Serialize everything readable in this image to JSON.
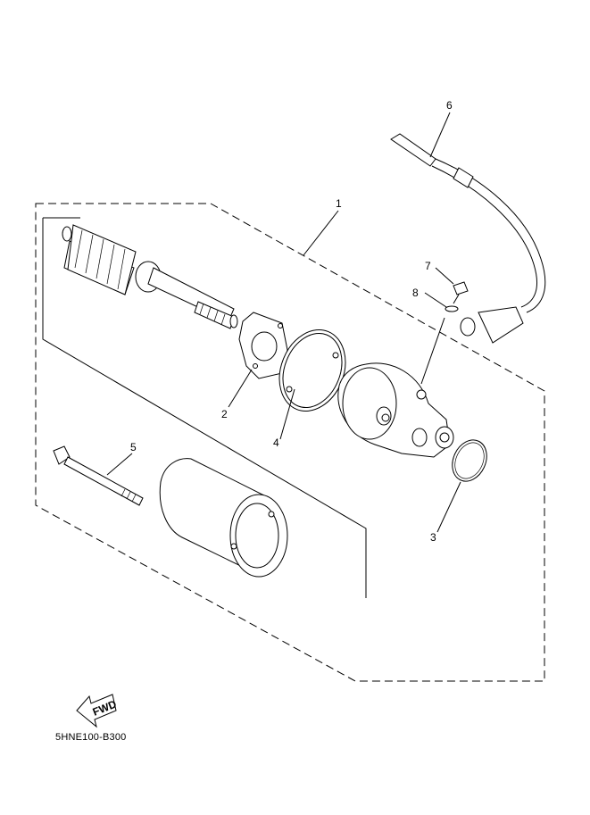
{
  "diagram": {
    "drawing_code": "5HNE100-B300",
    "fwd_label": "FWD",
    "callouts": [
      {
        "id": "callout-1",
        "number": "1"
      },
      {
        "id": "callout-2",
        "number": "2"
      },
      {
        "id": "callout-3",
        "number": "3"
      },
      {
        "id": "callout-4",
        "number": "4"
      },
      {
        "id": "callout-5",
        "number": "5"
      },
      {
        "id": "callout-6",
        "number": "6"
      },
      {
        "id": "callout-7",
        "number": "7"
      },
      {
        "id": "callout-8",
        "number": "8"
      }
    ]
  }
}
